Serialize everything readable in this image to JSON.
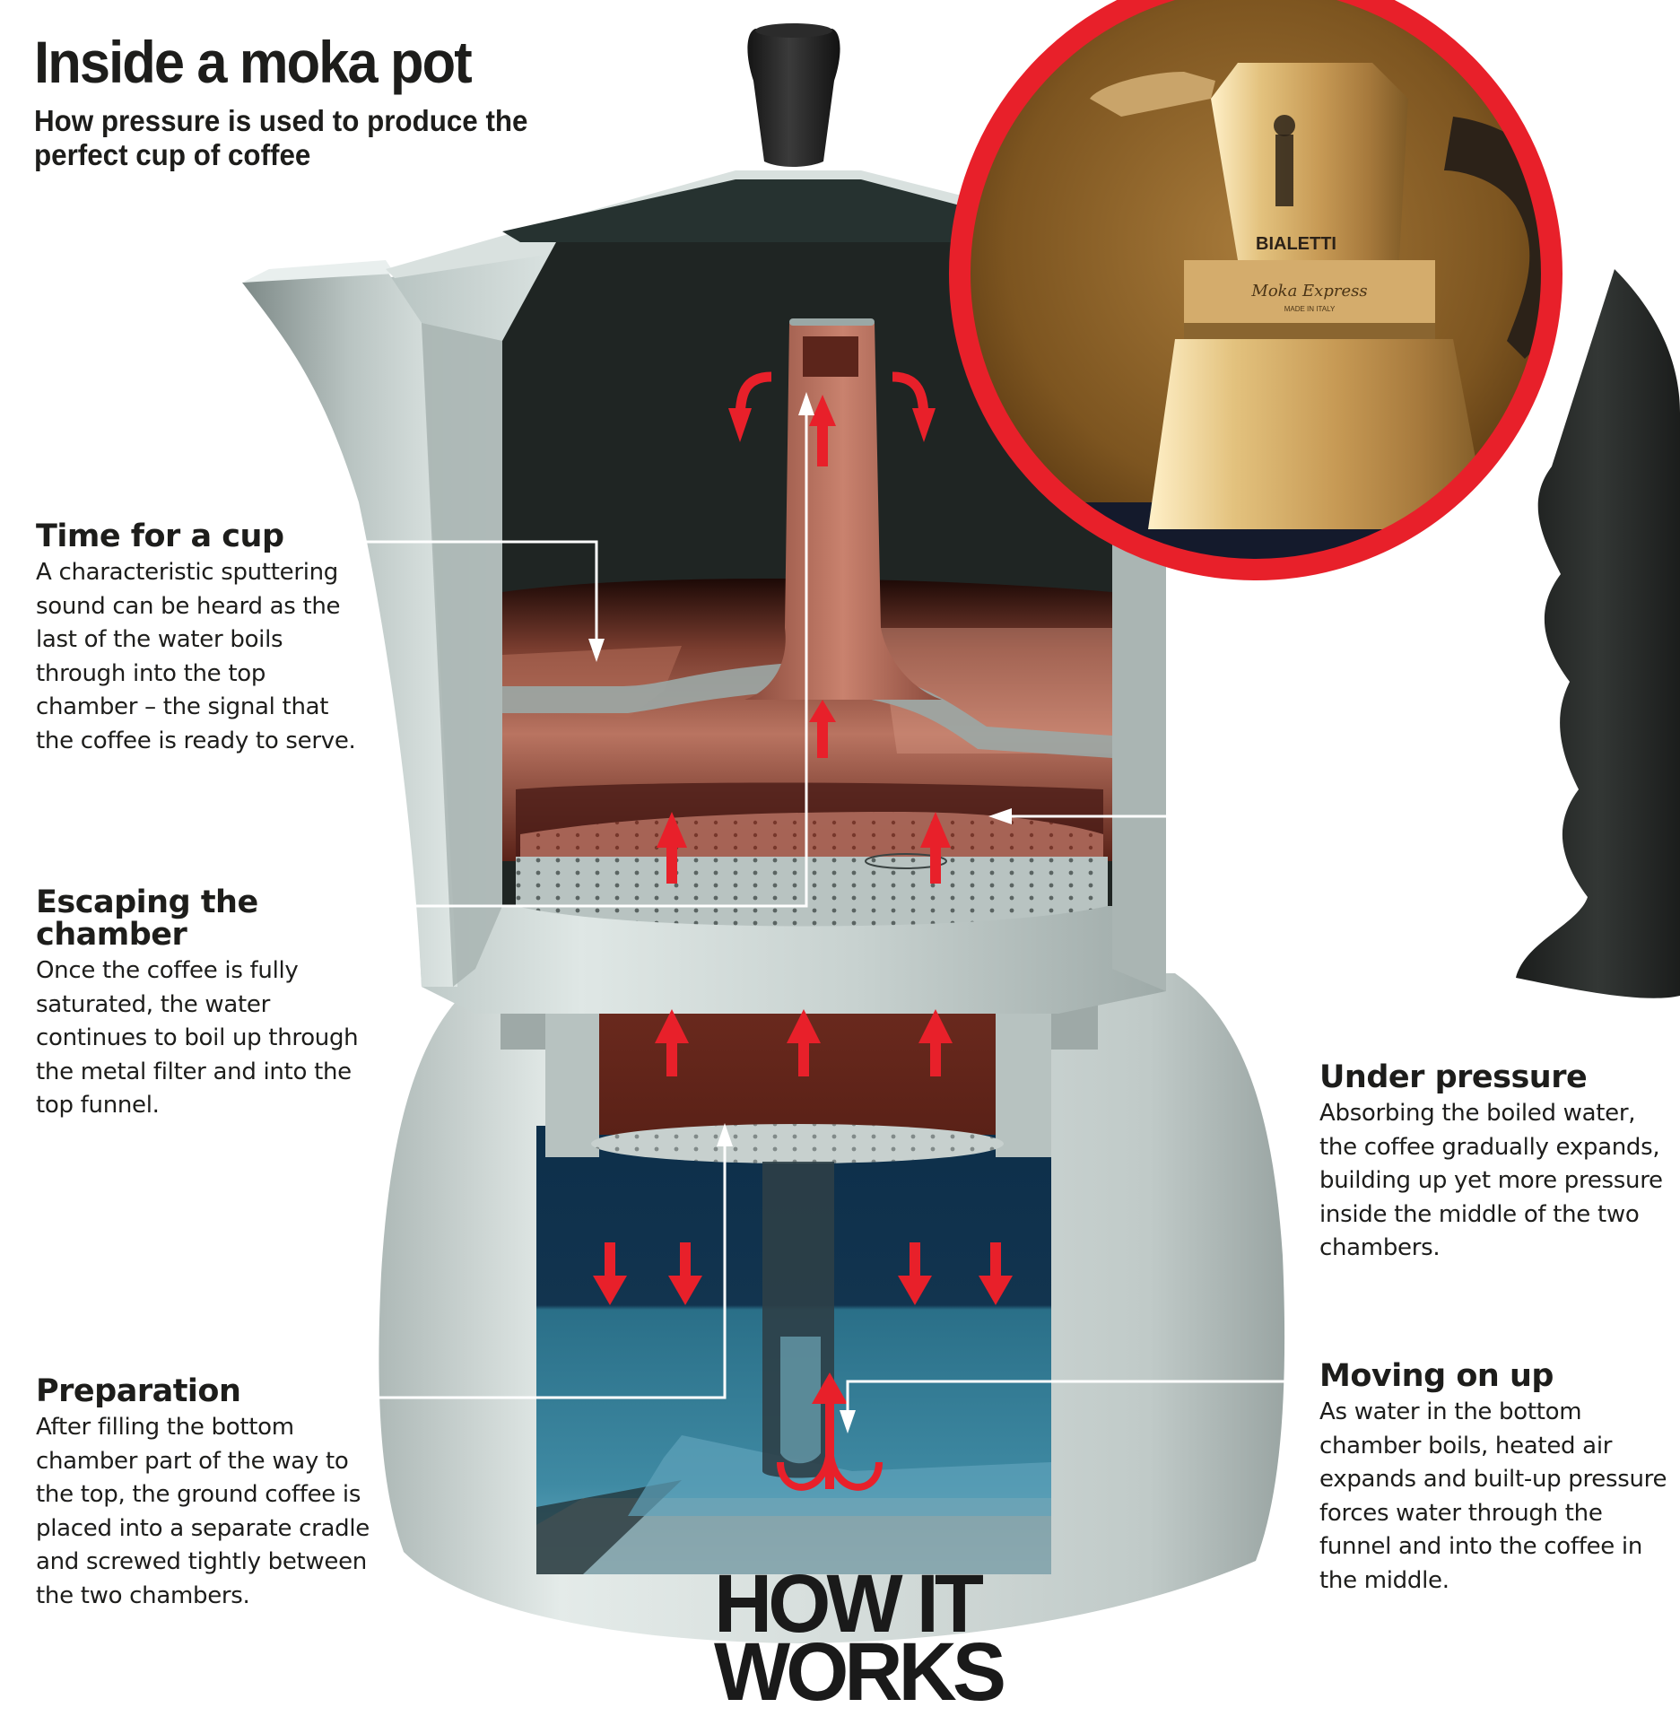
{
  "header": {
    "title": "Inside a moka pot",
    "subtitle": "How pressure is used to produce the perfect cup of coffee"
  },
  "callouts": [
    {
      "id": "time-for-a-cup",
      "heading": "Time for a cup",
      "body": "A characteristic sputtering sound can be heard as the last of the water boils through into the top chamber – the signal that the coffee is ready to serve."
    },
    {
      "id": "escaping-the-chamber",
      "heading": "Escaping the chamber",
      "body": "Once the coffee is fully saturated, the water continues to boil up through the metal filter and into the top funnel."
    },
    {
      "id": "preparation",
      "heading": "Preparation",
      "body": "After filling the bottom chamber part of the way to the top, the ground coffee is placed into a separate cradle and screwed tightly between the two chambers."
    },
    {
      "id": "under-pressure",
      "heading": "Under pressure",
      "body": "Absorbing the boiled water, the coffee gradually expands, building up yet more pressure inside the middle of the two chambers."
    },
    {
      "id": "moving-on-up",
      "heading": "Moving on up",
      "body": "As water in the bottom chamber boils, heated air expands and built-up pressure forces water through the funnel and into the coffee in the middle."
    }
  ],
  "photo_inset": {
    "brand": "BIALETTI",
    "script_text": "Moka Express",
    "made_in": "MADE IN ITALY"
  },
  "logo": {
    "line1": "HOW IT",
    "line2": "WORKS"
  },
  "colors": {
    "accent_red": "#e8202a",
    "text": "#1d1d1b",
    "pot_metal": "#c9d3d1",
    "coffee_dark": "#4a1c16",
    "coffee_light": "#b8705c",
    "water_dark": "#0f3550",
    "water_light": "#2f7a92",
    "interior_dark": "#1f2523"
  }
}
